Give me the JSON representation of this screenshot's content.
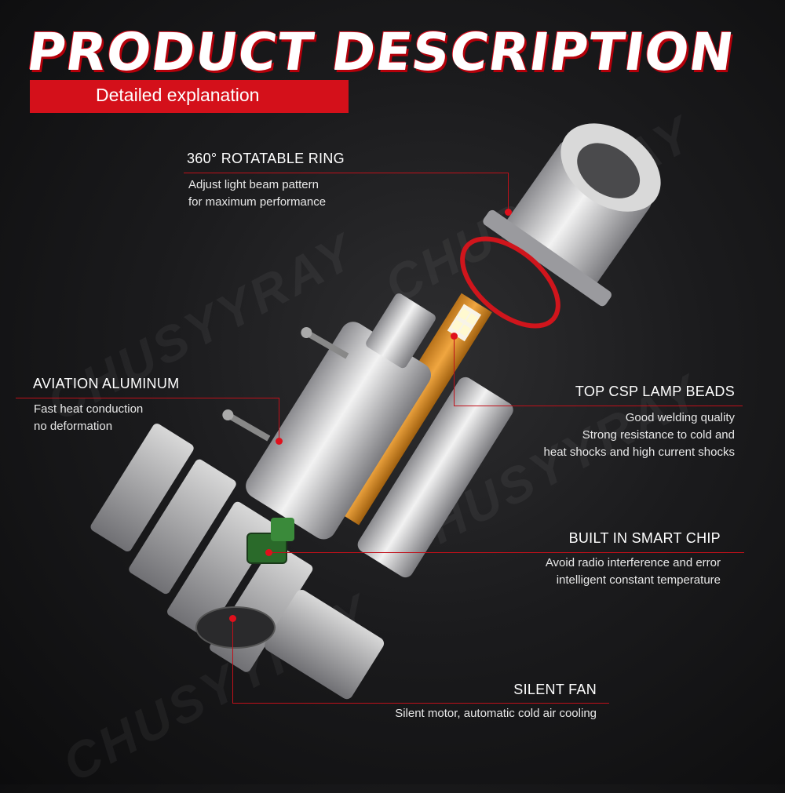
{
  "header": {
    "title": "PRODUCT DESCRIPTION",
    "subtitle": "Detailed explanation"
  },
  "watermark": "CHUSYYRAY",
  "features": [
    {
      "title": "360° ROTATABLE RING",
      "lines": [
        "Adjust light beam pattern",
        "for maximum performance"
      ]
    },
    {
      "title": "AVIATION ALUMINUM",
      "lines": [
        "Fast heat conduction",
        "no deformation"
      ]
    },
    {
      "title": "TOP CSP LAMP BEADS",
      "lines": [
        "Good welding quality",
        "Strong resistance to cold and",
        "heat shocks and high current shocks"
      ]
    },
    {
      "title": "BUILT IN SMART CHIP",
      "lines": [
        "Avoid radio interference and error",
        "intelligent constant temperature"
      ]
    },
    {
      "title": "SILENT FAN",
      "lines": [
        "Silent motor, automatic cold air cooling"
      ]
    }
  ],
  "colors": {
    "accent": "#d4101a",
    "background": "#1b1b1d"
  }
}
